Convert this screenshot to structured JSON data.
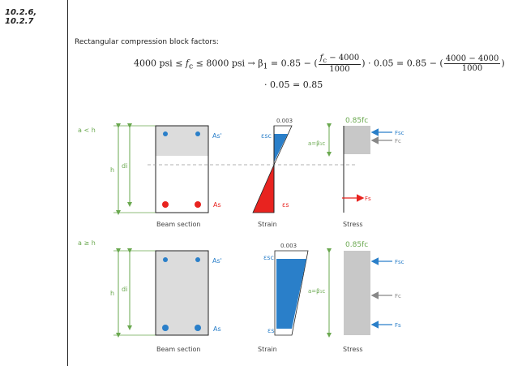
{
  "reference": "10.2.6, 10.2.7",
  "heading": "Rectangular compression block factors:",
  "formula": {
    "lhs": "4000 psi ≤ ",
    "fc": "f",
    "fc_sub": "c",
    "mid": " ≤ 8000 psi → β",
    "beta_sub": "1",
    "eq1": " = 0.85 − (",
    "frac_num": "f",
    "frac_num_sub": "c",
    "frac_num_tail": " − 4000",
    "frac_den": "1000",
    "eq2": ") · 0.05 = 0.85 − (",
    "frac2_num": "4000 − 4000",
    "frac2_den": "1000",
    "eq3": ")",
    "line2": "· 0.05 = 0.85"
  },
  "diagram1": {
    "case": "a < h",
    "h": "h",
    "di": "di",
    "as_top": "As'",
    "as_bot": "As",
    "section_label": "Beam section",
    "strain_top": "0.003",
    "esc": "εsc",
    "es": "εs",
    "strain_label": "Strain",
    "stress_top": "0.85fc",
    "a_label": "a=β₁c",
    "fsc": "Fsc",
    "fc": "Fc",
    "fs": "Fs",
    "stress_label": "Stress"
  },
  "diagram2": {
    "case": "a ≥ h",
    "h": "h",
    "di": "di",
    "as_top": "As'",
    "as_bot": "As",
    "section_label": "Beam section",
    "strain_top": "0.003",
    "esc": "εsc",
    "es": "εs",
    "strain_label": "Strain",
    "stress_top": "0.85fc",
    "a_label": "a=β₁c",
    "fsc": "Fsc",
    "fc": "Fc",
    "fs": "Fs",
    "stress_label": "Stress"
  },
  "colors": {
    "green": "#6aa84f",
    "blue": "#2a7fc9",
    "red": "#e8231f",
    "gray": "#c8c8c8",
    "lightgray": "#dcdcdc"
  }
}
